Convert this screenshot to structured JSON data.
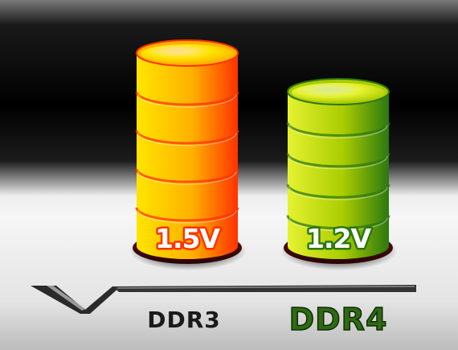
{
  "chart_data": {
    "type": "bar",
    "style": "3d-cylinder",
    "categories": [
      "DDR3",
      "DDR4"
    ],
    "values": [
      1.5,
      1.2
    ],
    "data_labels": [
      "1.5V",
      "1.2V"
    ],
    "unit": "V",
    "ylim": [
      0,
      1.6
    ],
    "title": "",
    "xlabel": "",
    "ylabel": "",
    "grid": false,
    "legend": "none",
    "colors": {
      "DDR3": [
        "#ffe500",
        "#ffb000",
        "#ff3200"
      ],
      "DDR4": [
        "#e6f230",
        "#aacc00",
        "#2c7810"
      ],
      "DDR3_label": "#1a1a1a",
      "DDR4_label": "#2f6a12"
    }
  }
}
